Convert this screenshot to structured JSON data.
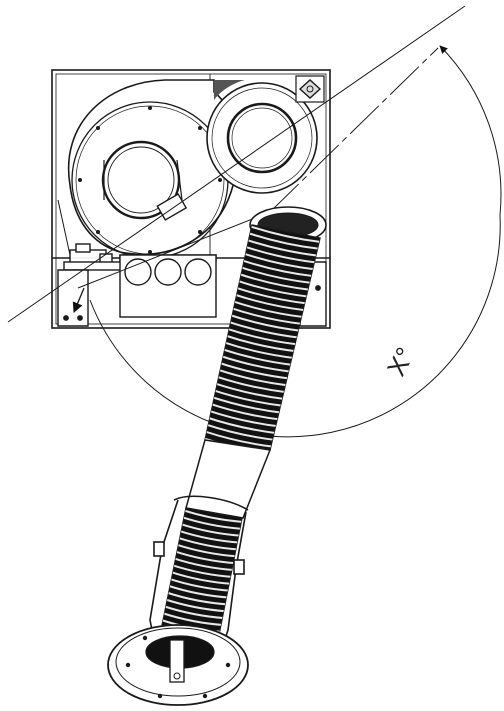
{
  "diagram": {
    "angle_label": "X°",
    "colors": {
      "stroke": "#1a1a1a",
      "hose_dark": "#111111",
      "hose_light": "#f2f2f2",
      "panel": "#ffffff",
      "background": "#ffffff"
    },
    "icons": {
      "angle_arrow": "arrowhead",
      "hose": "flexible-extraction-arm",
      "fan": "radial-fan-housing"
    }
  }
}
